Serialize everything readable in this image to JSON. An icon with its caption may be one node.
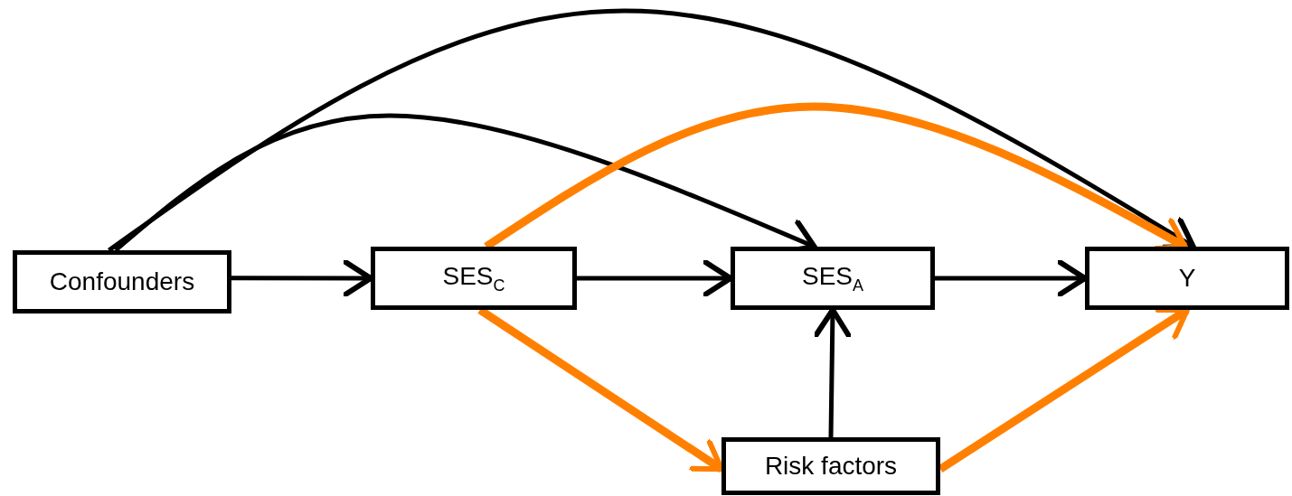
{
  "diagram": {
    "nodes": [
      {
        "text": [
          "Confounders"
        ]
      },
      {
        "text": [
          "SES$_{C}$"
        ]
      },
      {
        "text": [
          "SES$_{A}$"
        ]
      },
      {
        "text": [
          "Y"
        ]
      },
      {
        "text": [
          "Risk factors"
        ]
      }
    ],
    "edges": [
      {
        "from": 0,
        "to": 1,
        "arrow": "to"
      },
      {
        "from": 1,
        "to": 2,
        "arrow": "to"
      },
      {
        "from": 2,
        "to": 3,
        "arrow": "to"
      },
      {
        "from": 4,
        "to": 2,
        "arrow": "to"
      },
      {
        "from": 0,
        "to": 3,
        "arrow": "to"
      },
      {
        "from": 0,
        "to": 2,
        "arrow": "to"
      },
      {
        "from": 1,
        "to": 3,
        "arrow": "to",
        "style": "thick",
        "color": "#ff8000"
      },
      {
        "from": 1,
        "to": 4,
        "arrow": "to",
        "style": "thick",
        "color": "#ff8000"
      },
      {
        "from": 4,
        "to": 3,
        "arrow": "to",
        "style": "thick",
        "color": "#ff8000"
      }
    ]
  }
}
